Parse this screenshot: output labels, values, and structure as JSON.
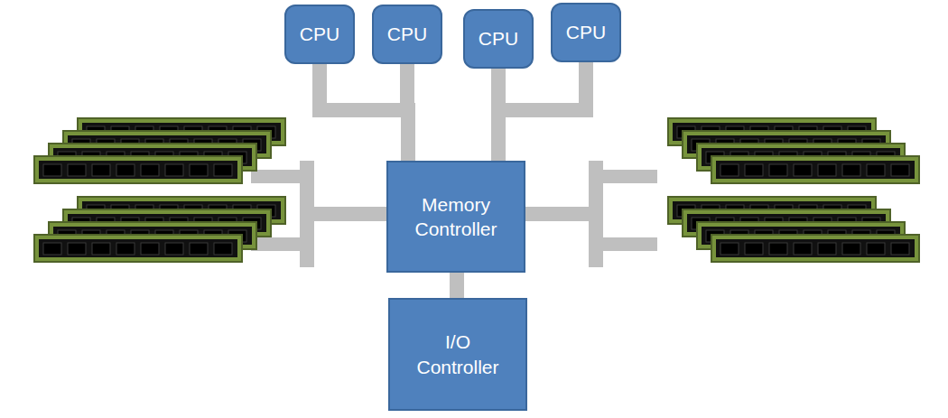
{
  "diagram": {
    "nodes": [
      {
        "text": [
          "CPU"
        ]
      },
      {
        "text": [
          "CPU"
        ]
      },
      {
        "text": [
          "CPU"
        ]
      },
      {
        "text": [
          "CPU"
        ]
      },
      {
        "text": [
          "Memory Controller"
        ]
      },
      {
        "text": [
          "I/O Controller"
        ]
      }
    ],
    "edges": [
      {
        "from": 0,
        "to": 4,
        "arrow": "none"
      },
      {
        "from": 1,
        "to": 4,
        "arrow": "none"
      },
      {
        "from": 2,
        "to": 4,
        "arrow": "none"
      },
      {
        "from": 3,
        "to": 4,
        "arrow": "none"
      },
      {
        "from": 4,
        "to": 5,
        "arrow": "none"
      }
    ]
  }
}
